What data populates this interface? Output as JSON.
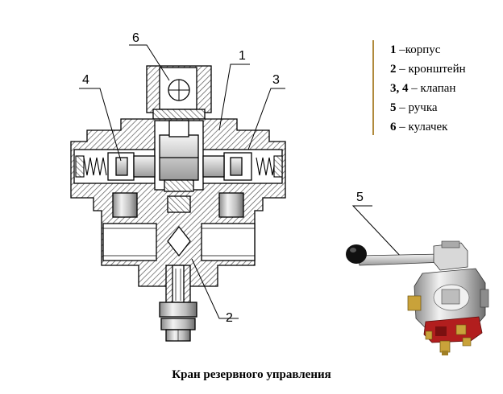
{
  "legend": {
    "items": [
      {
        "num": "1",
        "sep": " –",
        "text": "корпус"
      },
      {
        "num": "2",
        "sep": " – ",
        "text": "кронштейн"
      },
      {
        "num": "3, 4",
        "sep": " – ",
        "text": "клапан"
      },
      {
        "num": "5",
        "sep": " – ",
        "text": "ручка"
      },
      {
        "num": "6",
        "sep": " – ",
        "text": "кулачек"
      }
    ]
  },
  "callouts": {
    "c1": "1",
    "c2": "2",
    "c3": "3",
    "c4": "4",
    "c5": "5",
    "c6": "6"
  },
  "caption": "Кран резервного управления",
  "colors": {
    "line": "#000000",
    "body_gray": "#d0d0d0",
    "hatch": "#6a6a6a",
    "accent_red": "#b21e1e",
    "brass": "#c9a23a",
    "legend_rule": "#b08a3c"
  }
}
